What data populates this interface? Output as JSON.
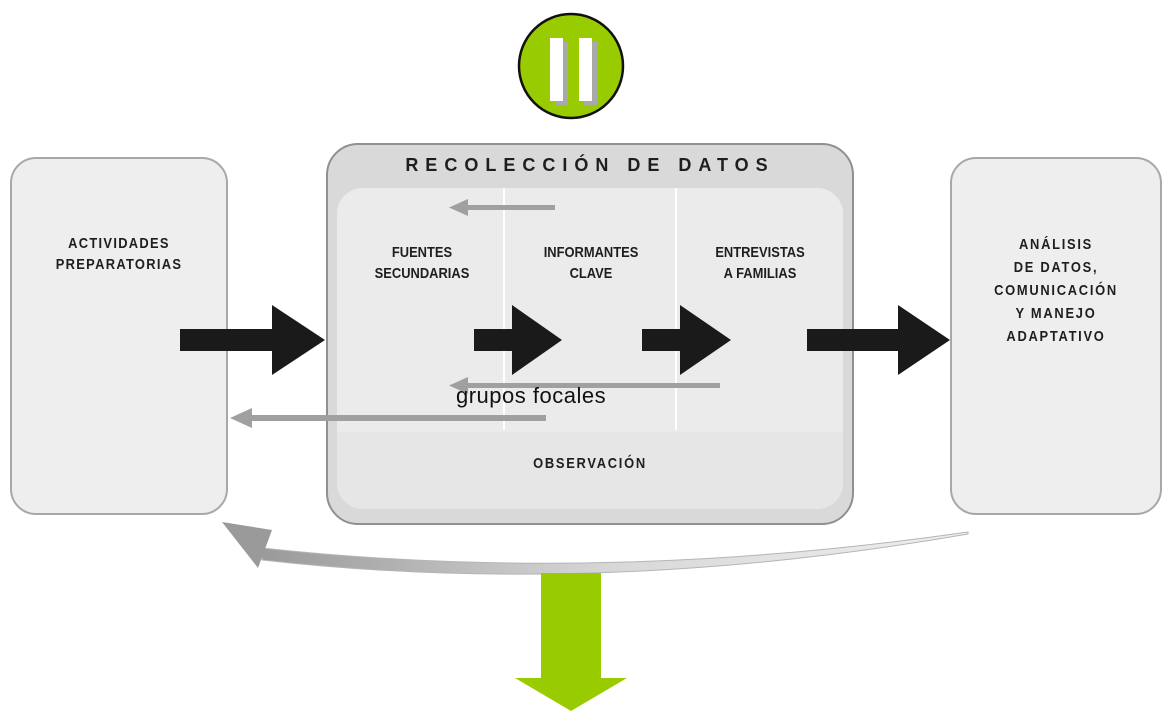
{
  "phase_marker": {
    "roman_numeral": "II",
    "color": "#99cc00"
  },
  "left_box": {
    "label": "ACTIVIDADES\nPREPARATORIAS"
  },
  "center": {
    "title": "RECOLECCIÓN DE DATOS",
    "columns": [
      {
        "label": "FUENTES\nSECUNDARIAS"
      },
      {
        "label": "INFORMANTES\nCLAVE"
      },
      {
        "label": "ENTREVISTAS\nA FAMILIAS"
      }
    ],
    "grupos_focales": "grupos focales",
    "observacion": "OBSERVACIÓN"
  },
  "right_box": {
    "label": "ANÁLISIS\nDE DATOS,\nCOMUNICACIÓN\nY MANEJO\nADAPTATIVO"
  },
  "colors": {
    "accent_green": "#99cc00",
    "arrow_dark": "#1a1a1a",
    "arrow_gray": "#a0a0a0"
  }
}
